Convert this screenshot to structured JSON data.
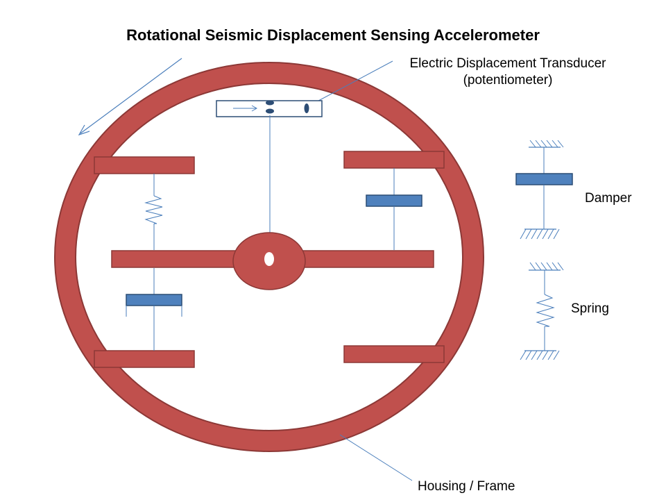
{
  "title": "Rotational Seismic Displacement Sensing Accelerometer",
  "labels": {
    "transducer_line1": "Electric Displacement Transducer",
    "transducer_line2": "(potentiometer)",
    "damper": "Damper",
    "spring": "Spring",
    "housing": "Housing / Frame"
  },
  "colors": {
    "frame": "#c0504d",
    "frame_stroke": "#8c3836",
    "damper_piston": "#4f81bd",
    "damper_stroke": "#2c4d75",
    "line": "#4a7ebb"
  },
  "icons": {
    "rotation": "rotation-arrow-icon",
    "transducer_arrow": "arrow-right-icon"
  }
}
